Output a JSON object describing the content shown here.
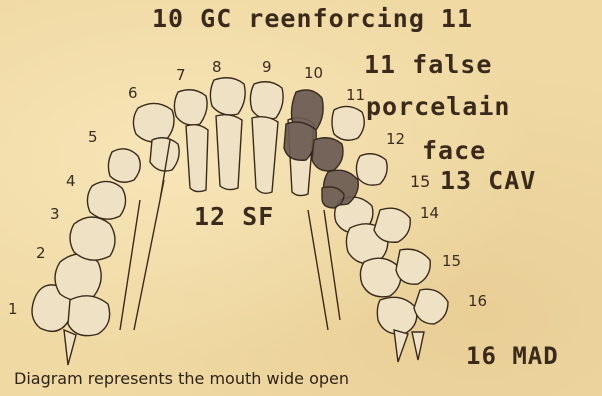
{
  "notes": {
    "line1": "10 GC reenforcing 11",
    "line2": "11 false",
    "line3": "porcelain",
    "line4": "face",
    "line5_num": "15",
    "line5": "13 CAV",
    "center": "12 SF",
    "bottom": "16 MAD"
  },
  "tooth_numbers": [
    "1",
    "2",
    "3",
    "4",
    "5",
    "6",
    "7",
    "8",
    "9",
    "10",
    "11",
    "12",
    "14",
    "15",
    "16"
  ],
  "caption": "Diagram represents the mouth wide open",
  "colors": {
    "paper": "#f0d9a3",
    "ink": "#3a2a1c",
    "shaded": "#6b5a52"
  }
}
